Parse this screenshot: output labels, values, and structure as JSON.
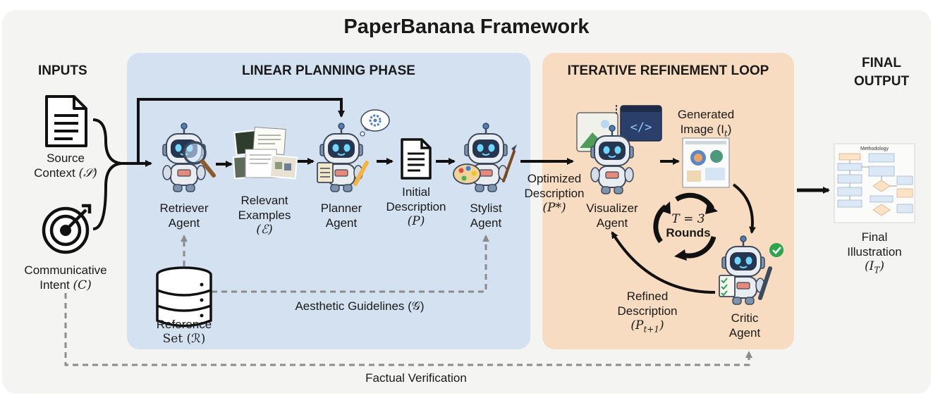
{
  "title": "PaperBanana Framework",
  "sections": {
    "inputs": "INPUTS",
    "linear": "LINEAR PLANNING PHASE",
    "iterative": "ITERATIVE REFINEMENT LOOP",
    "final_line1": "FINAL",
    "final_line2": "OUTPUT"
  },
  "inputs": {
    "source_line1": "Source",
    "source_line2": "Context",
    "source_sym": "(𝒮)",
    "intent_line1": "Communicative",
    "intent_line2": "Intent",
    "intent_sym": "(C)"
  },
  "agents": {
    "retriever": [
      "Retriever",
      "Agent"
    ],
    "planner": [
      "Planner",
      "Agent"
    ],
    "stylist": [
      "Stylist",
      "Agent"
    ],
    "visualizer": [
      "Visualizer",
      "Agent"
    ],
    "critic": [
      "Critic",
      "Agent"
    ]
  },
  "artifacts": {
    "relevant_examples": [
      "Relevant",
      "Examples",
      "(ℰ)"
    ],
    "initial_description": [
      "Initial",
      "Description",
      "(P)"
    ],
    "optimized_description": [
      "Optimized",
      "Description",
      "(P*)"
    ],
    "generated_image": [
      "Generated",
      "Image (I",
      "t",
      ")"
    ],
    "refined_description": [
      "Refined",
      "Description",
      "(P",
      "t+1",
      ")"
    ],
    "reference_set": [
      "Reference",
      "Set (ℛ)"
    ],
    "final_illustration": [
      "Final",
      "Illustration",
      "(I",
      "T",
      ")"
    ]
  },
  "loop": {
    "line1": "T = 3",
    "line2": "Rounds"
  },
  "guidelines_label": "Aesthetic Guidelines (𝒢)",
  "verification_label": "Factual Verification",
  "thumb_title": "Methodology",
  "colors": {
    "linear_panel": "#d3e1f1",
    "iterative_panel": "#f8dcc1",
    "outer_panel": "#f4f4f3",
    "robot_body": "#e9edf2",
    "robot_face": "#26364f",
    "robot_eye": "#6fd6ff",
    "accent_blue": "#4d7fbf",
    "dashed": "#8c8c8c"
  }
}
